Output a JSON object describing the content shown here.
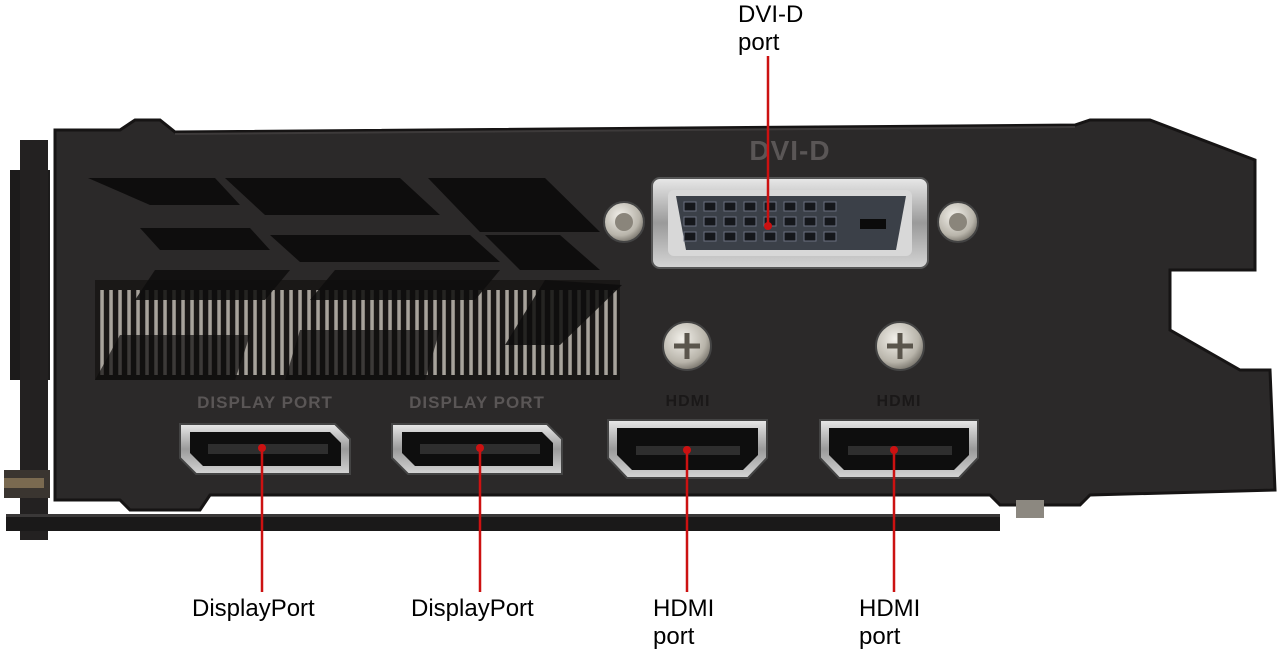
{
  "colors": {
    "bracket": "#2b2929",
    "bracket_edge": "#161414",
    "silkscreen": "#5a5656",
    "port_steel": "#c9c9c9",
    "dvi_body": "#3b4048",
    "leader_line": "#cc1111",
    "label_text": "#000000"
  },
  "bracket_silkscreen": {
    "dvi": "DVI-D",
    "displayport_1": "DISPLAY PORT",
    "displayport_2": "DISPLAY PORT",
    "hdmi_1": "HDMI",
    "hdmi_2": "HDMI"
  },
  "callouts": {
    "dvi": {
      "line1": "DVI-D",
      "line2": "port"
    },
    "displayport_1": {
      "line1": "DisplayPort"
    },
    "displayport_2": {
      "line1": "DisplayPort"
    },
    "hdmi_1": {
      "line1": "HDMI",
      "line2": "port"
    },
    "hdmi_2": {
      "line1": "HDMI",
      "line2": "port"
    }
  },
  "icons": {
    "screws": "screw-icon",
    "vents": "vent-icon"
  }
}
